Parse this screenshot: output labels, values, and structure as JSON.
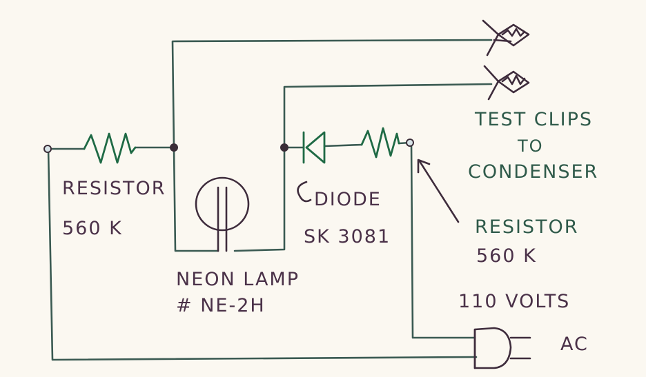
{
  "labels": {
    "resistor_left_name": "RESISTOR",
    "resistor_left_value": "560 K",
    "neon_lamp_name": "NEON LAMP",
    "neon_lamp_part": "# NE-2H",
    "diode_name": "DIODE",
    "diode_part": "SK 3081",
    "test_clips_line1": "TEST CLIPS",
    "test_clips_line2": "TO",
    "test_clips_line3": "CONDENSER",
    "resistor_right_name": "RESISTOR",
    "resistor_right_value": "560 K",
    "voltage": "110 VOLTS",
    "ac": "AC"
  }
}
